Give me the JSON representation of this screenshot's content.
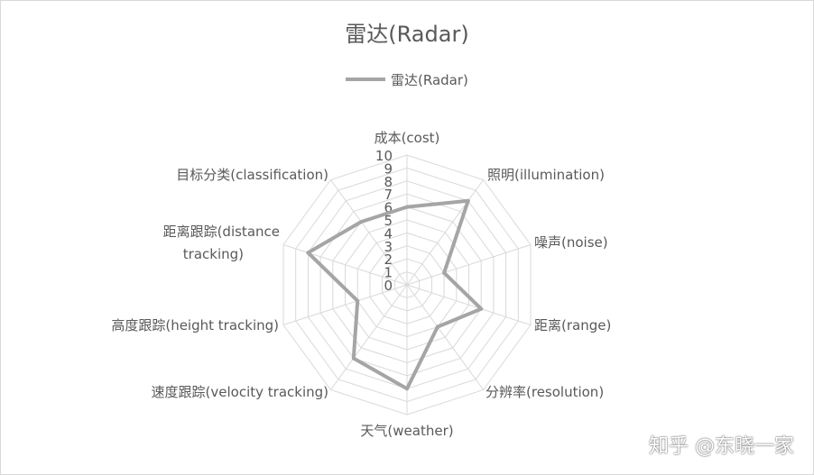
{
  "chart_data": {
    "type": "radar",
    "title": "雷达(Radar)",
    "legend_position": "top",
    "series": [
      {
        "name": "雷达(Radar)",
        "color": "#a5a5a5",
        "values": [
          6,
          8,
          3,
          6,
          4,
          8,
          7,
          4,
          8,
          6
        ]
      }
    ],
    "categories": [
      "成本(cost)",
      "照明(illumination)",
      "噪声(noise)",
      "距离(range)",
      "分辨率(resolution)",
      "天气(weather)",
      "速度跟踪(velocity tracking)",
      "高度跟踪(height tracking)",
      "距离跟踪(distance tracking)",
      "目标分类(classification)"
    ],
    "radial_ticks": [
      0,
      1,
      2,
      3,
      4,
      5,
      6,
      7,
      8,
      9,
      10
    ],
    "rmin": 0,
    "rmax": 10,
    "grid": true,
    "grid_color": "#d9d9d9",
    "text_color": "#595959"
  },
  "watermark": "知乎 @东晓一家"
}
